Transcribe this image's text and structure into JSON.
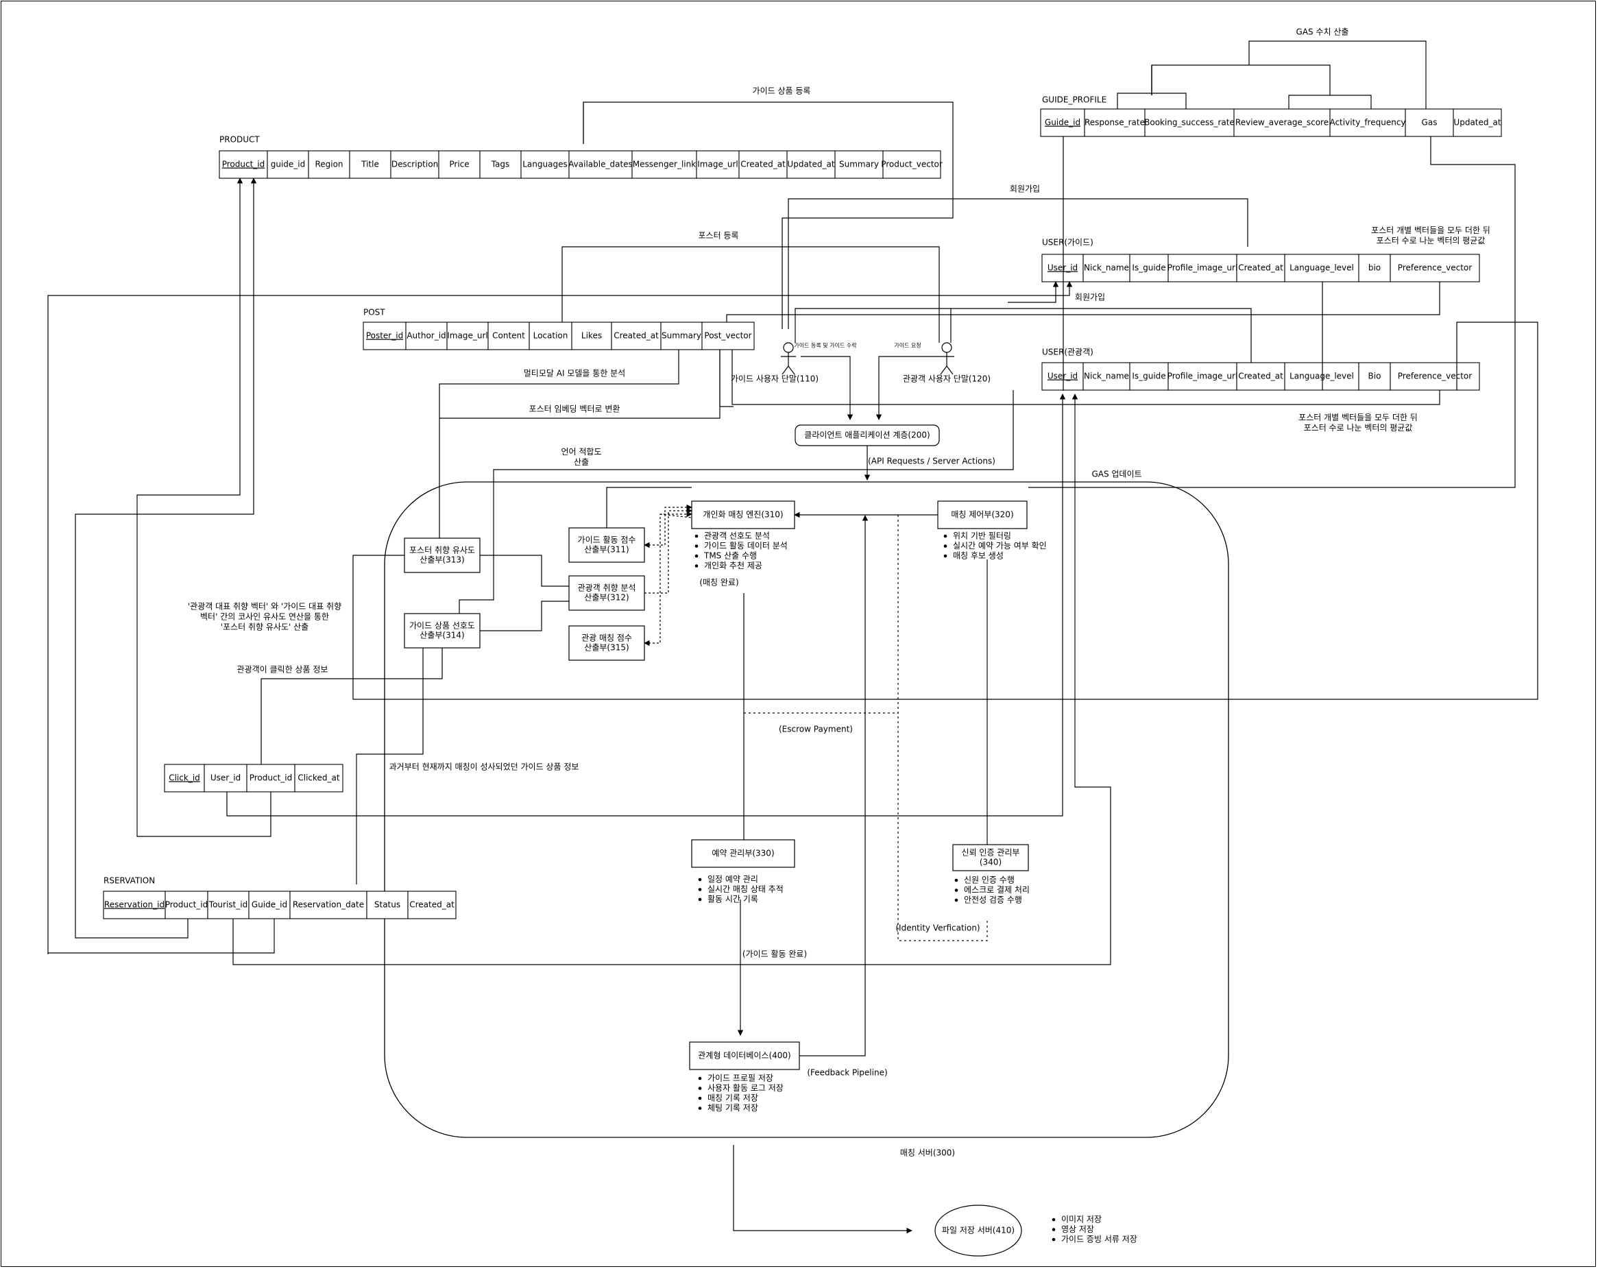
{
  "tables": {
    "product": {
      "title": "PRODUCT",
      "key": "Product_id",
      "cols": [
        "guide_id",
        "Region",
        "Title",
        "Description",
        "Price",
        "Tags",
        "Languages",
        "Available_dates",
        "Messenger_link",
        "Image_url",
        "Created_at",
        "Updated_at",
        "Summary",
        "Product_vector"
      ]
    },
    "guide_profile": {
      "title": "GUIDE_PROFILE",
      "key": "Guide_id",
      "cols": [
        "Response_rate",
        "Booking_success_rate",
        "Review_average_score",
        "Activity_frequency",
        "Gas",
        "Updated_at"
      ]
    },
    "user_guide": {
      "title": "USER(가이드)",
      "key": "User_id",
      "cols": [
        "Nick_name",
        "Is_guide",
        "Profile_image_url",
        "Created_at",
        "Language_level",
        "bio",
        "Preference_vector"
      ]
    },
    "post": {
      "title": "POST",
      "key": "Poster_id",
      "cols": [
        "Author_id",
        "Image_url",
        "Content",
        "Location",
        "Likes",
        "Created_at",
        "Summary",
        "Post_vector"
      ]
    },
    "user_tourist": {
      "title": "USER(관광객)",
      "key": "User_id",
      "cols": [
        "Nick_name",
        "Is_guide",
        "Profile_image_url",
        "Created_at",
        "Language_level",
        "Bio",
        "Preference_vector"
      ]
    },
    "click": {
      "title": "",
      "key": "Click_id",
      "cols": [
        "User_id",
        "Product_id",
        "Clicked_at"
      ]
    },
    "reservation": {
      "title": "RSERVATION",
      "key": "Reservation_id",
      "cols": [
        "Product_id",
        "Tourist_id",
        "Guide_id",
        "Reservation_date",
        "Status",
        "Created_at"
      ]
    }
  },
  "actors": {
    "guide_terminal": "가이드 사용자 단말(110)",
    "tourist_terminal": "관광객 사용자 단말(120)",
    "guide_action": "가이드 등록 및 가이드 수락",
    "tourist_action": "가이드 요청"
  },
  "boxes": {
    "client_app": "클라이언트 애플리케이션 계층(200)",
    "engine": "개인화 매칭 엔진(310)",
    "match_control": "매칭 제어부(320)",
    "activity_score": "가이드 활동 점수\n산출부(311)",
    "taste_analysis": "관광객 취향 분석\n산출부(312)",
    "poster_similarity": "포스터 취향 유사도\n산출부(313)",
    "product_pref": "가이드 상품 선호도\n산출부(314)",
    "tour_score": "관광 매칭 점수\n산출부(315)",
    "reservation_mgmt": "예약 관리부(330)",
    "trust_auth": "신뢰 인증 관리부\n(340)",
    "rdb": "관계형 데이터베이스(400)",
    "file_server": "파일 저장 서버(410)"
  },
  "bullets": {
    "engine": [
      "관광객 선호도 분석",
      "가이드 활동 데이터 분석",
      "TMS 산출 수행",
      "개인화 추천 제공"
    ],
    "match_control": [
      "위치 기반 필터링",
      "실시간 예약 가능 여부 확인",
      "매칭 후보 생성"
    ],
    "reservation_mgmt": [
      "일정 예약 관리",
      "실시간 매칭 상태 추적",
      "활동 시간 기록"
    ],
    "trust_auth": [
      "신원 인증 수행",
      "에스크로 결제 처리",
      "안전성 검증 수행"
    ],
    "rdb": [
      "가이드 프로필 저장",
      "사용자 활동 로그 저장",
      "매칭 기록 저장",
      "체팅 기록 저장"
    ],
    "file_server": [
      "이미지 저장",
      "영상 저장",
      "가이드 증빙 서류 저장"
    ]
  },
  "labels": {
    "gas_calc": "GAS 수치 산출",
    "product_reg": "가이드 상품 등록",
    "signup_guide": "회원가입",
    "signup_tourist": "회원가입",
    "poster_reg": "포스터 등록",
    "avg_vector_top": "포스터 개별 벡터들을 모두 더한 뒤\n포스터 수로 나눈 벡터의 평균값",
    "avg_vector_bottom": "포스터 개별 벡터들을 모두 더한 뒤\n포스터 수로 나눈 벡터의 평균값",
    "multimodal": "멀티모달 AI 모델을 통한 분석",
    "embedding": "포스터 임베딩 벡터로 변환",
    "lang_fit": "언어 적합도\n산출",
    "api": "(API Requests / Server Actions)",
    "gas_update": "GAS 업데이트",
    "match_done": "(매칭 완료)",
    "cosine": "'관광객 대표 취향 벡터' 와 '가이드 대표 취향\n벡터' 간의 코사인 유사도 연산을 통한\n'포스터 취향 유사도' 산출",
    "clicked_info": "관광객이 클릭한 상품 정보",
    "escrow": "(Escrow Payment)",
    "past_matched": "과거부터 현재까지 매칭이 성사되었던 가이드 상품 정보",
    "identity": "(Identity Verfication)",
    "activity_done": "(가이드 활동 완료)",
    "feedback": "(Feedback Pipeline)",
    "server": "매칭 서버(300)"
  }
}
